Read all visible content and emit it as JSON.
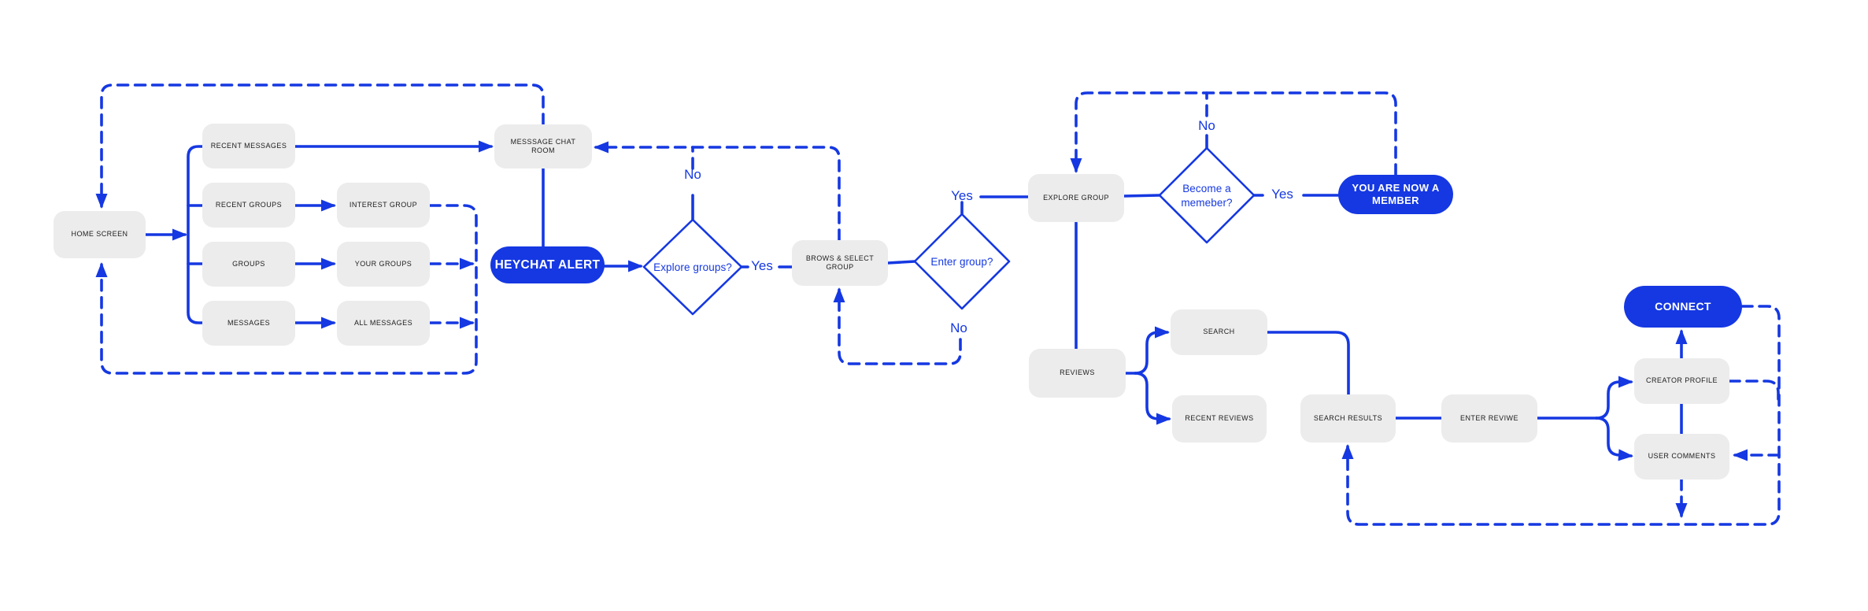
{
  "theme": {
    "accent": "#1538e2",
    "node_bg": "#ececec",
    "node_text": "#1c1c1e",
    "pill_text": "#ffffff",
    "canvas_bg": "#ffffff"
  },
  "nodes": {
    "home_screen": {
      "label": "HOME SCREEN"
    },
    "recent_messages": {
      "label": "RECENT MESSAGES"
    },
    "recent_groups": {
      "label": "RECENT GROUPS"
    },
    "groups": {
      "label": "GROUPS"
    },
    "messages": {
      "label": "MESSAGES"
    },
    "interest_group": {
      "label": "INTEREST GROUP"
    },
    "your_groups": {
      "label": "YOUR GROUPS"
    },
    "all_messages": {
      "label": "ALL MESSAGES"
    },
    "message_chat_room": {
      "label": "MESSSAGE CHAT ROOM"
    },
    "brows_select_group": {
      "label": "BROWS & SELECT GROUP"
    },
    "explore_group": {
      "label": "EXPLORE GROUP"
    },
    "reviews": {
      "label": "REVIEWS"
    },
    "search": {
      "label": "SEARCH"
    },
    "recent_reviews": {
      "label": "RECENT REVIEWS"
    },
    "search_results": {
      "label": "SEARCH RESULTS"
    },
    "enter_reviwe": {
      "label": "ENTER REVIWE"
    },
    "creator_profile": {
      "label": "CREATOR PROFILE"
    },
    "user_comments": {
      "label": "USER COMMENTS"
    }
  },
  "pills": {
    "heychat_alert": {
      "label": "HEYCHAT ALERT"
    },
    "membership": {
      "label": "YOU ARE NOW A MEMBER"
    },
    "connect": {
      "label": "CONNECT"
    }
  },
  "decisions": {
    "explore_groups": {
      "label": "Explore groups?"
    },
    "enter_group": {
      "label": "Enter group?"
    },
    "become_member": {
      "label": "Become a memeber?"
    }
  },
  "edge_labels": {
    "explore_yes": "Yes",
    "explore_no": "No",
    "enter_yes": "Yes",
    "enter_no": "No",
    "member_yes": "Yes",
    "member_no": "No"
  },
  "edges": [
    {
      "from": "home_screen",
      "to": "recent_messages / recent_groups / groups / messages",
      "style": "solid"
    },
    {
      "from": "recent_messages",
      "to": "message_chat_room",
      "style": "solid"
    },
    {
      "from": "recent_groups",
      "to": "interest_group",
      "style": "solid"
    },
    {
      "from": "groups",
      "to": "your_groups",
      "style": "solid"
    },
    {
      "from": "messages",
      "to": "all_messages",
      "style": "solid"
    },
    {
      "from": "message_chat_room",
      "to": "heychat_alert",
      "style": "solid"
    },
    {
      "from": "message_chat_room",
      "to": "home_screen",
      "style": "dashed"
    },
    {
      "from": "interest_group / your_groups / all_messages",
      "to": "home_screen",
      "style": "dashed"
    },
    {
      "from": "heychat_alert",
      "to": "explore_groups",
      "style": "solid"
    },
    {
      "from": "explore_groups",
      "to": "brows_select_group",
      "style": "solid",
      "label": "Yes"
    },
    {
      "from": "explore_groups",
      "to": "message_chat_room",
      "style": "dashed",
      "label": "No"
    },
    {
      "from": "brows_select_group",
      "to": "message_chat_room",
      "style": "dashed"
    },
    {
      "from": "brows_select_group",
      "to": "enter_group",
      "style": "solid"
    },
    {
      "from": "enter_group",
      "to": "explore_group",
      "style": "solid",
      "label": "Yes"
    },
    {
      "from": "enter_group",
      "to": "brows_select_group",
      "style": "dashed",
      "label": "No"
    },
    {
      "from": "explore_group",
      "to": "become_member",
      "style": "solid"
    },
    {
      "from": "become_member",
      "to": "membership",
      "style": "solid",
      "label": "Yes"
    },
    {
      "from": "become_member",
      "to": "explore_group",
      "style": "dashed",
      "label": "No"
    },
    {
      "from": "membership",
      "to": "explore_group",
      "style": "dashed"
    },
    {
      "from": "explore_group",
      "to": "reviews",
      "style": "solid"
    },
    {
      "from": "reviews",
      "to": "search / recent_reviews",
      "style": "solid"
    },
    {
      "from": "search",
      "to": "search_results",
      "style": "solid"
    },
    {
      "from": "search_results",
      "to": "enter_reviwe",
      "style": "solid"
    },
    {
      "from": "enter_reviwe",
      "to": "creator_profile / user_comments",
      "style": "solid"
    },
    {
      "from": "creator_profile",
      "to": "connect",
      "style": "solid"
    },
    {
      "from": "creator_profile",
      "to": "user_comments",
      "style": "solid"
    },
    {
      "from": "connect / creator_profile",
      "to": "user_comments / search_results",
      "style": "dashed"
    },
    {
      "from": "user_comments",
      "to": "loop",
      "style": "dashed"
    }
  ]
}
